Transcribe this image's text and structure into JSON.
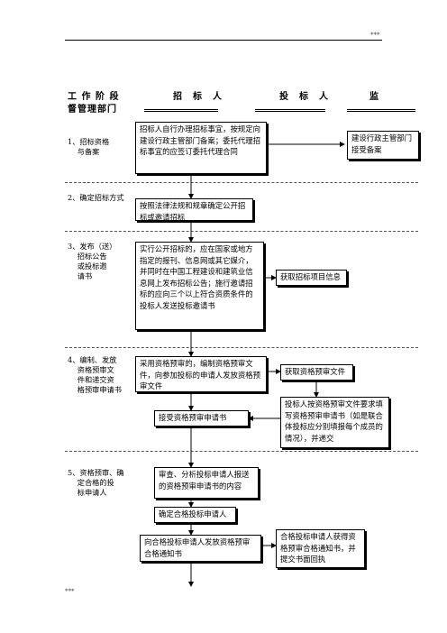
{
  "header": {
    "mark": "***"
  },
  "footer": {
    "mark": "***"
  },
  "columns": {
    "c1": "工 作 阶 段",
    "c2": "招　标　人",
    "c3": "投　标　人",
    "c4": "监",
    "c4_cont": "督管理部门"
  },
  "stages": [
    {
      "label": "1、招标资格\n　 与备案"
    },
    {
      "label": "2、确定招标方式"
    },
    {
      "label": "3、发布（送）\n　 招标公告\n　 或投标邀\n　 请书"
    },
    {
      "label": "4、编制、发放\n　 资格预审文\n　 件和递交资\n　 格预审申请书"
    },
    {
      "label": "5、资格预审、确\n　 定合格的投\n　 标申请人"
    }
  ],
  "boxes": {
    "b1": "招标人自行办理招标事宜，按规定向建设行政主管部门备案；委托代理招标事宜的应签订委托代理合同",
    "b1_super": "建设行政主管部门接受备案",
    "b2": "按照法律法规和规章确定公开招标或邀请招标",
    "b3": "实行公开招标的，应在国家或地方指定的报刊、信息网或其它媒介，并同时在中国工程建设和建筑业信息网上发布招标公告；施行邀请招标的应向三个以上符合资质条件的投标人发送投标邀请书",
    "b3_bid": "获取招标项目信息",
    "b4": "采用资格预审的，编制资格预审文件，向参加投标的申请人发放资格预审文件",
    "b4_get": "获取资格预审文件",
    "b4_fill": "投标人按资格预审文件要求填写资格预审申请书（如是联合体投标应分别填报每个成员的情况），并递交",
    "b4_accept": "接受资格预审申请书",
    "b5_review": "审查、分析投标申请人报送的资格预审申请书的内容",
    "b5_confirm": "确定合格投标申请人",
    "b5_notify": "向合格投标申请人发放资格预审合格通知书",
    "b5_receipt": "合格投标申请人获得资格预审合格通知书，并提交书面回执"
  }
}
